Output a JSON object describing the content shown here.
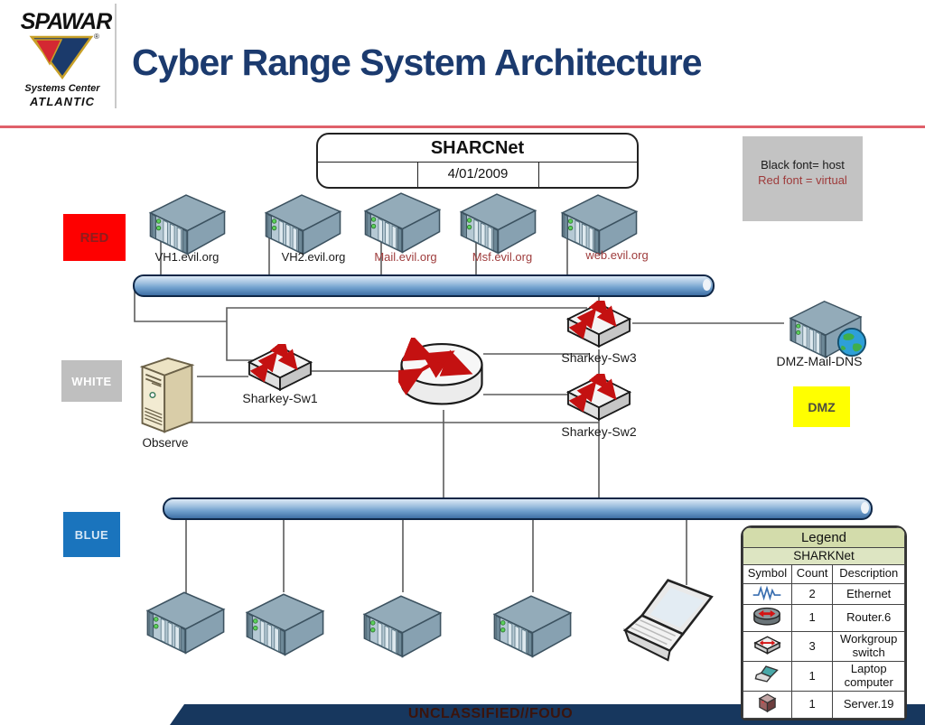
{
  "logo": {
    "brand": "SPAWAR",
    "reg": "®",
    "sub1": "Systems Center",
    "sub2": "ATLANTIC"
  },
  "header": {
    "title": "Cyber Range System Architecture"
  },
  "sharcnet": {
    "title": "SHARCNet",
    "date": "4/01/2009"
  },
  "font_key": {
    "line1": "Black font= host",
    "line2": "Red font = virtual"
  },
  "teams": {
    "red": "RED",
    "white": "WHITE",
    "blue": "BLUE",
    "dmz": "DMZ"
  },
  "red_hosts": [
    {
      "label": "VH1.evil.org",
      "font": "host"
    },
    {
      "label": "VH2.evil.org",
      "font": "host"
    },
    {
      "label": "Mail.evil.org",
      "font": "virtual"
    },
    {
      "label": "Msf.evil.org",
      "font": "virtual"
    },
    {
      "label": "web.evil.org",
      "font": "virtual"
    }
  ],
  "devices": {
    "observe": "Observe",
    "sw1": "Sharkey-Sw1",
    "sw2": "Sharkey-Sw2",
    "sw3": "Sharkey-Sw3",
    "dmz_server": "DMZ-Mail-DNS"
  },
  "legend": {
    "title": "Legend",
    "subtitle": "SHARKNet",
    "columns": [
      "Symbol",
      "Count",
      "Description"
    ],
    "rows": [
      {
        "icon": "ethernet-icon",
        "count": "2",
        "description": "Ethernet"
      },
      {
        "icon": "router-icon",
        "count": "1",
        "description": "Router.6"
      },
      {
        "icon": "switch-icon",
        "count": "3",
        "description": "Workgroup switch"
      },
      {
        "icon": "laptop-icon",
        "count": "1",
        "description": "Laptop computer"
      },
      {
        "icon": "server-icon",
        "count": "1",
        "description": "Server.19"
      }
    ]
  },
  "footer": {
    "classification": "UNCLASSIFIED//FOUO"
  },
  "colors": {
    "title_blue": "#1b3a6e",
    "header_rule": "#e0606a",
    "red_team": "#fe0000",
    "white_team": "#bfbfbf",
    "blue_team": "#1a74bd",
    "dmz_yellow": "#ffff00",
    "virtual_font": "#9e3b3b",
    "bus_blue": "#6f9fcc",
    "footer_navy": "#17375e",
    "legend_header": "#d3dcab"
  }
}
